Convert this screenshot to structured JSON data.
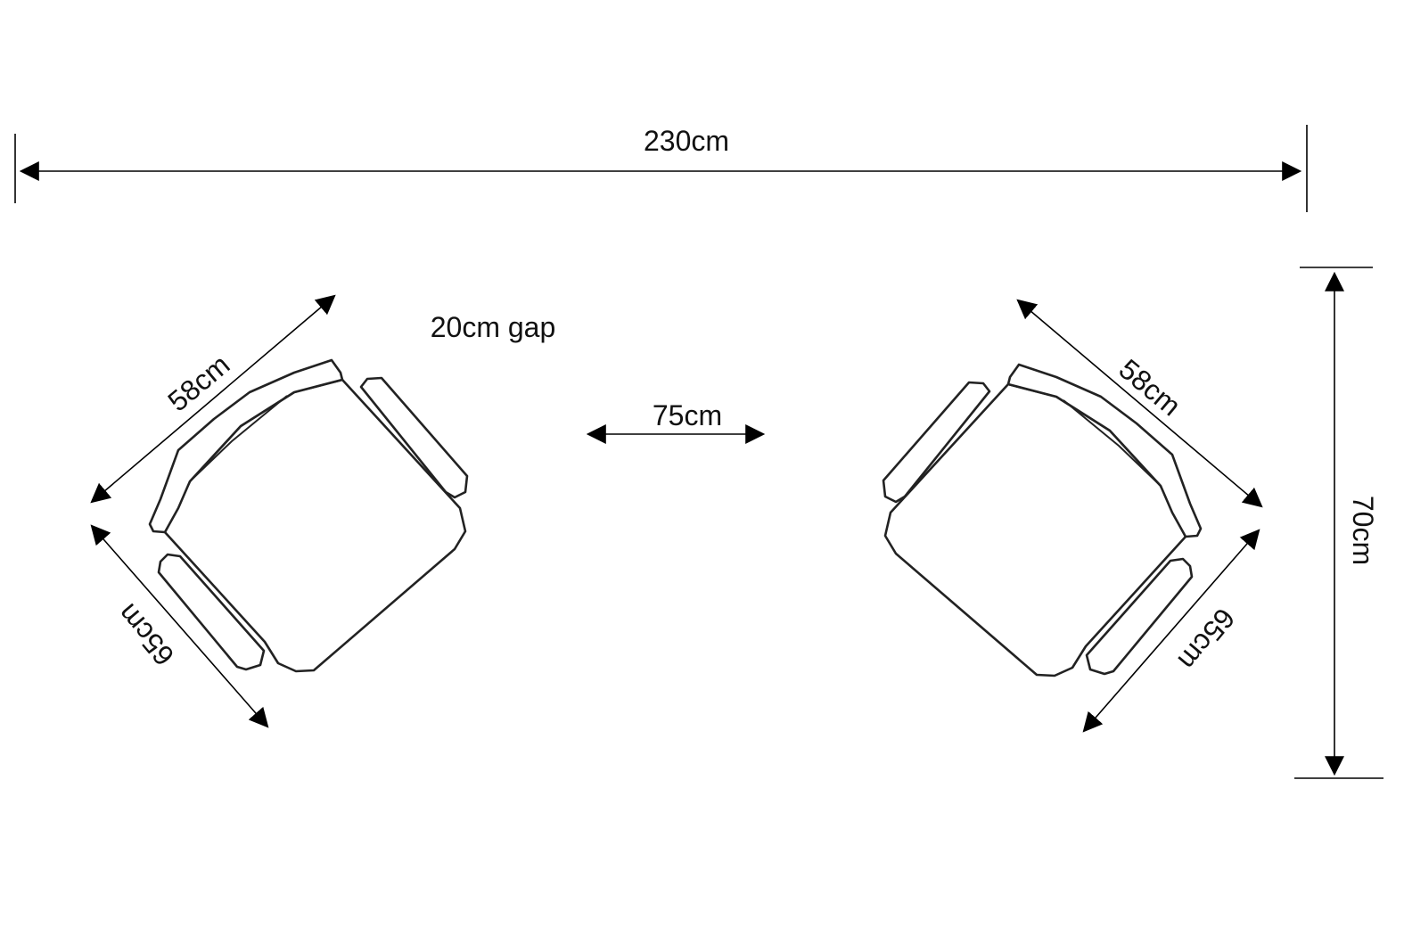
{
  "diagram": {
    "title": "Chair layout dimensions",
    "colors": {
      "line": "#000000",
      "background": "#ffffff"
    },
    "labels": {
      "total_width": "230cm",
      "gap": "20cm gap",
      "between_chairs": "75cm",
      "depth": "70cm",
      "left_chair_width": "58cm",
      "left_chair_depth": "65cm",
      "right_chair_width": "58cm",
      "right_chair_depth": "65cm"
    }
  }
}
